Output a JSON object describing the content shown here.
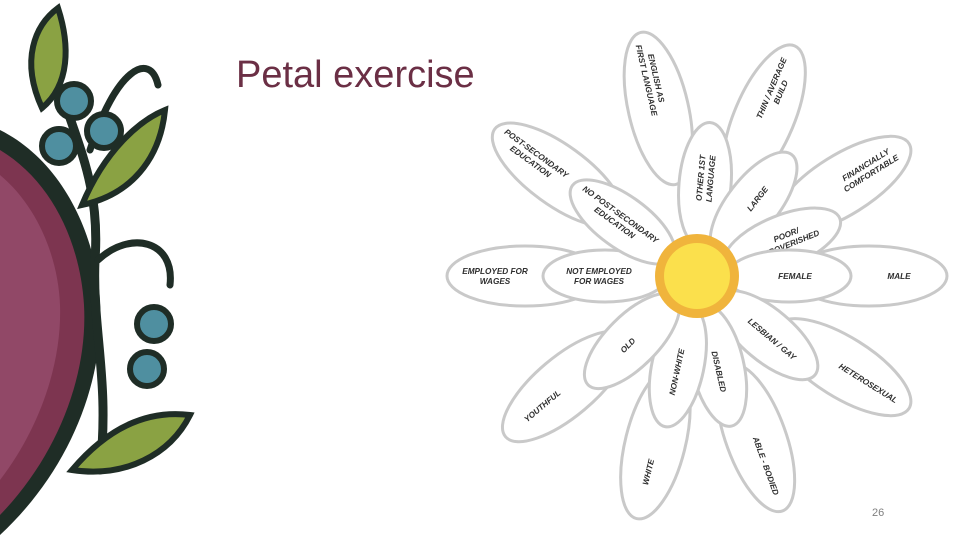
{
  "slide": {
    "title": "Petal exercise",
    "page_number": "26"
  },
  "flower": {
    "outer_petals": [
      {
        "lines": [
          "ENGLISH AS",
          "FIRST LANGUAGE"
        ]
      },
      {
        "lines": [
          "THIN / AVERAGE",
          "BUILD"
        ]
      },
      {
        "lines": [
          "FINANCIALLY",
          "COMFORTABLE"
        ]
      },
      {
        "lines": [
          "MALE"
        ]
      },
      {
        "lines": [
          "HETEROSEXUAL"
        ]
      },
      {
        "lines": [
          "ABLE - BODIED"
        ]
      },
      {
        "lines": [
          "WHITE"
        ]
      },
      {
        "lines": [
          "YOUTHFUL"
        ]
      },
      {
        "lines": [
          "EMPLOYED FOR",
          "WAGES"
        ]
      },
      {
        "lines": [
          "POST-SECONDARY",
          "EDUCATION"
        ]
      }
    ],
    "inner_petals": [
      {
        "lines": [
          "OTHER 1ST",
          "LANGUAGE"
        ]
      },
      {
        "lines": [
          "LARGE"
        ]
      },
      {
        "lines": [
          "POOR/",
          "IMPOVERISHED"
        ]
      },
      {
        "lines": [
          "FEMALE"
        ]
      },
      {
        "lines": [
          "LESBIAN / GAY"
        ]
      },
      {
        "lines": [
          "DISABLED"
        ]
      },
      {
        "lines": [
          "NON-WHITE"
        ]
      },
      {
        "lines": [
          "OLD"
        ]
      },
      {
        "lines": [
          "NOT EMPLOYED",
          "FOR WAGES"
        ]
      },
      {
        "lines": [
          "NO POST-SECONDARY",
          "EDUCATION"
        ]
      }
    ],
    "colors": {
      "petal_stroke": "#c9c9c9",
      "petal_fill": "#ffffff",
      "center_outer": "#f0b43c",
      "center_inner": "#fbe04c"
    }
  },
  "decoration": {
    "colors": {
      "outline": "#1f2d26",
      "leaf": "#8aa243",
      "berry": "#4f8fa0",
      "bud": "#7d3550"
    }
  }
}
